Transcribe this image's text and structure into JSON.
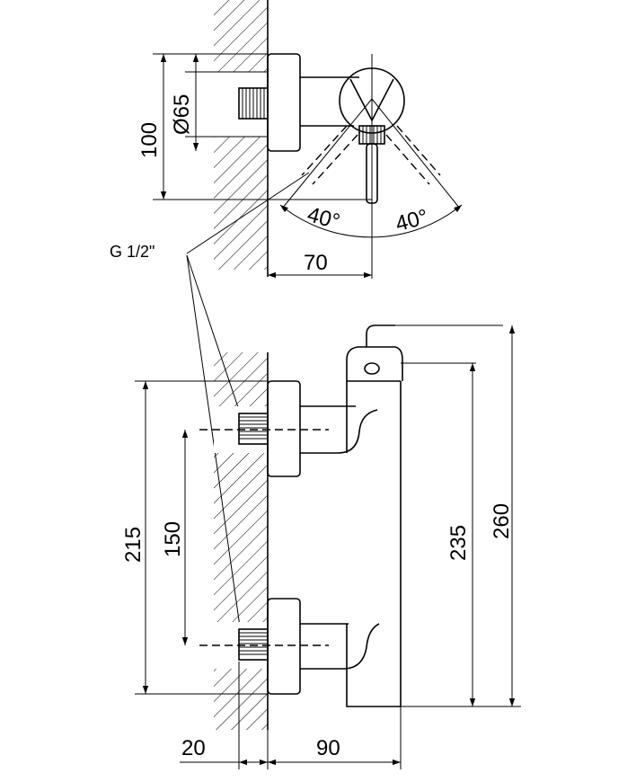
{
  "labels": {
    "dia65": "Ø65",
    "d100": "100",
    "angle_left": "40°",
    "angle_right": "40°",
    "d70": "70",
    "thread": "G 1/2\"",
    "d215": "215",
    "d150": "150",
    "d235": "235",
    "d260": "260",
    "d20": "20",
    "d90": "90"
  }
}
